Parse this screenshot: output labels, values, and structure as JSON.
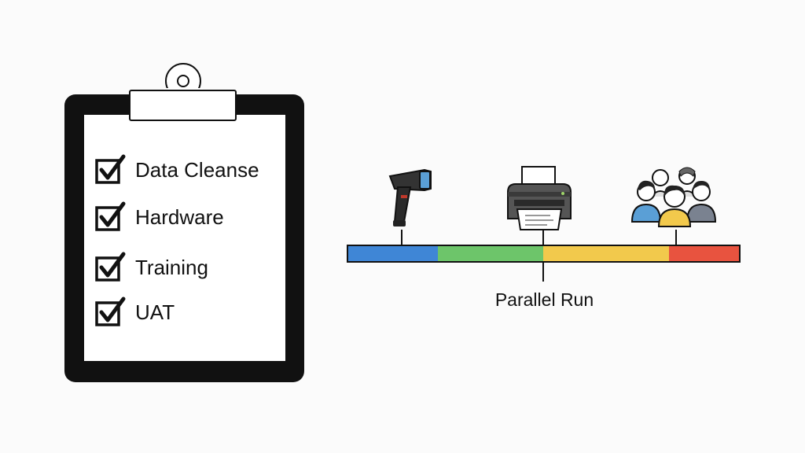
{
  "checklist": {
    "items": [
      {
        "label": "Data Cleanse",
        "checked": true
      },
      {
        "label": "Hardware",
        "checked": true
      },
      {
        "label": "Training",
        "checked": true
      },
      {
        "label": "UAT",
        "checked": true
      }
    ]
  },
  "timeline": {
    "segments": [
      {
        "color": "#3f86d6",
        "fraction": 0.23
      },
      {
        "color": "#6dc56a",
        "fraction": 0.27
      },
      {
        "color": "#f2c94c",
        "fraction": 0.32
      },
      {
        "color": "#e8533f",
        "fraction": 0.18
      }
    ],
    "milestone": {
      "label": "Parallel Run"
    },
    "icons": [
      "barcode-scanner-icon",
      "printer-icon",
      "users-group-icon"
    ]
  }
}
